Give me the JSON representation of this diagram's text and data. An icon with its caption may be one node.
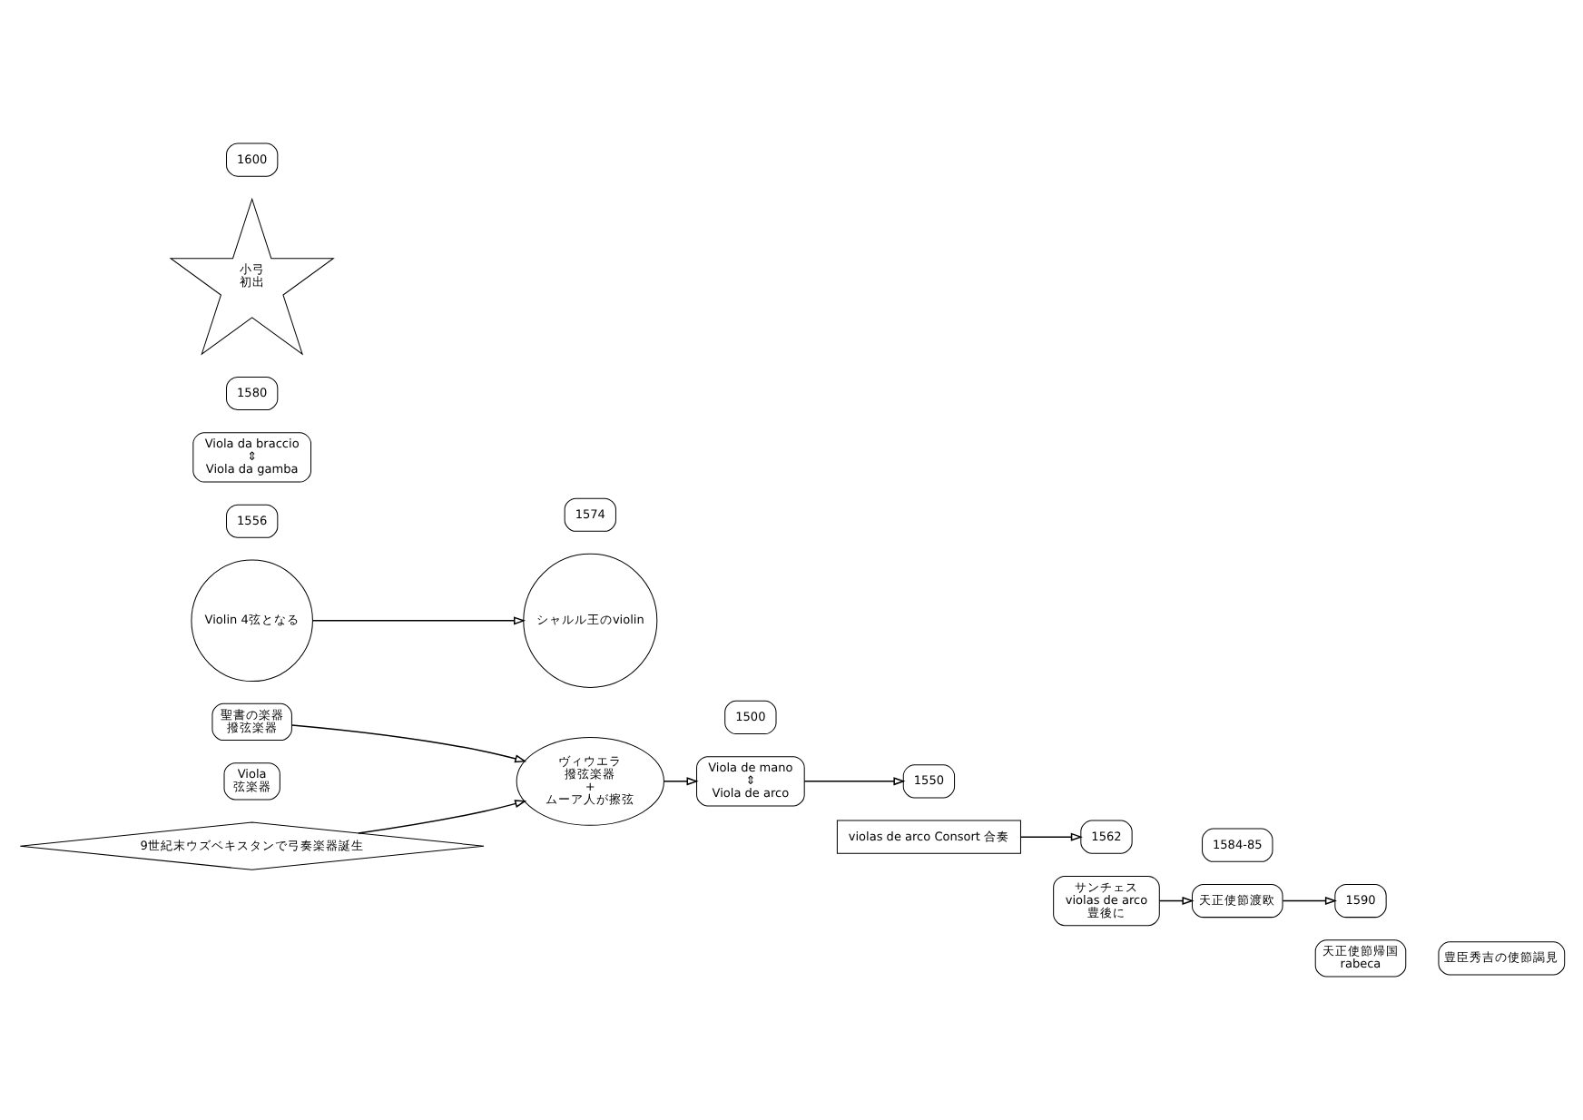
{
  "diagram": {
    "nodes": [
      {
        "text": [
          "聖書の楽器",
          "撥弦楽器"
        ]
      },
      {
        "text": [
          "Viola",
          "弦楽器"
        ]
      },
      {
        "text": [
          "9世紀末ウズベキスタンで弓奏楽器誕生"
        ]
      },
      {
        "text": [
          "ヴィウエラ",
          "撥弦楽器",
          "+",
          "ムーア人が擦弦"
        ]
      },
      {
        "text": [
          "1500"
        ]
      },
      {
        "text": [
          "Viola de mano",
          "⇕",
          "Viola de arco"
        ]
      },
      {
        "text": [
          "1550"
        ]
      },
      {
        "text": [
          "1556"
        ]
      },
      {
        "text": [
          "1574"
        ]
      },
      {
        "text": [
          "1580"
        ]
      },
      {
        "text": [
          "1584-85"
        ]
      },
      {
        "text": [
          "1600"
        ]
      },
      {
        "text": [
          "violas de arco Consort 合奏"
        ]
      },
      {
        "text": [
          "Violin 4弦となる"
        ]
      },
      {
        "text": [
          "シャルル王のviolin"
        ]
      },
      {
        "text": [
          "Viola da braccio",
          "⇕",
          "Viola da gamba"
        ]
      },
      {
        "text": [
          "天正使節渡欧"
        ]
      },
      {
        "text": [
          "小弓",
          "初出"
        ]
      },
      {
        "text": [
          "1562"
        ]
      },
      {
        "text": [
          "1590"
        ]
      },
      {
        "text": [
          "天正使節帰国",
          "rabeca"
        ]
      },
      {
        "text": [
          "サンチェス",
          "violas de arco",
          "豊後に"
        ]
      },
      {
        "text": [
          "豊臣秀吉の使節謁見"
        ]
      }
    ],
    "edges": [
      {
        "from": 0,
        "to": 3,
        "arrow": "to"
      },
      {
        "from": 2,
        "to": 3,
        "arrow": "to"
      },
      {
        "from": 3,
        "to": 5,
        "arrow": "to"
      },
      {
        "from": 5,
        "to": 6,
        "arrow": "to"
      },
      {
        "from": 13,
        "to": 14,
        "arrow": "to"
      },
      {
        "from": 12,
        "to": 18,
        "arrow": "to"
      },
      {
        "from": 21,
        "to": 16,
        "arrow": "to"
      },
      {
        "from": 16,
        "to": 19,
        "arrow": "to"
      }
    ]
  }
}
